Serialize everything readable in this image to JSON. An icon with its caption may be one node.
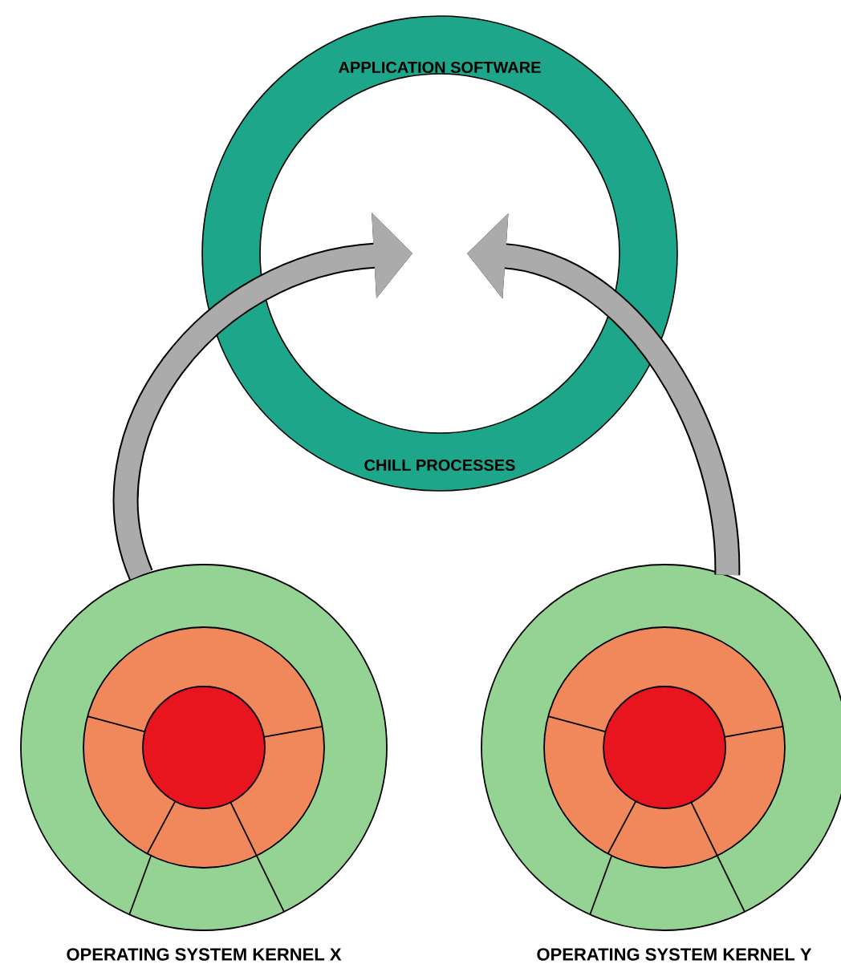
{
  "diagram": {
    "nodes": [
      {
        "text": [
          "APPLICATION SOFTWARE",
          "CHILL PROCESSES"
        ]
      },
      {
        "text": [
          "OPERATING SYSTEM KERNEL X"
        ]
      },
      {
        "text": [
          "OPERATING SYSTEM KERNEL Y"
        ]
      }
    ],
    "edges": [
      {
        "from": 1,
        "to": 0,
        "arrow": "to"
      },
      {
        "from": 2,
        "to": 0,
        "arrow": "to"
      }
    ]
  }
}
